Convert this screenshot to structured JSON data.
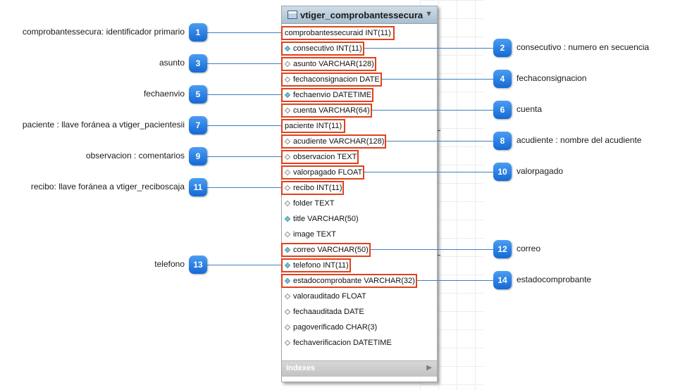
{
  "table": {
    "title": "vtiger_comprobantessecura",
    "footer_label": "Indexes",
    "columns": [
      {
        "text": "comprobantessecuraid INT(11)",
        "marker": "none"
      },
      {
        "text": "consecutivo INT(11)",
        "marker": "filled"
      },
      {
        "text": "asunto VARCHAR(128)",
        "marker": "hollow"
      },
      {
        "text": "fechaconsignacion DATE",
        "marker": "hollow"
      },
      {
        "text": "fechaenvio DATETIME",
        "marker": "filled"
      },
      {
        "text": "cuenta VARCHAR(64)",
        "marker": "hollow"
      },
      {
        "text": "paciente INT(11)",
        "marker": "none"
      },
      {
        "text": "acudiente VARCHAR(128)",
        "marker": "hollow"
      },
      {
        "text": "observacion TEXT",
        "marker": "hollow"
      },
      {
        "text": "valorpagado FLOAT",
        "marker": "hollow"
      },
      {
        "text": "recibo INT(11)",
        "marker": "hollow"
      },
      {
        "text": "folder TEXT",
        "marker": "hollow"
      },
      {
        "text": "title VARCHAR(50)",
        "marker": "filled"
      },
      {
        "text": "image TEXT",
        "marker": "hollow"
      },
      {
        "text": "correo VARCHAR(50)",
        "marker": "filled"
      },
      {
        "text": "telefono INT(11)",
        "marker": "filled"
      },
      {
        "text": "estadocomprobante VARCHAR(32)",
        "marker": "filled"
      },
      {
        "text": "valorauditado FLOAT",
        "marker": "hollow"
      },
      {
        "text": "fechaauditada DATE",
        "marker": "hollow"
      },
      {
        "text": "pagoverificado CHAR(3)",
        "marker": "hollow"
      },
      {
        "text": "fechaverificacion DATETIME",
        "marker": "hollow"
      }
    ]
  },
  "callouts": [
    {
      "number": "1",
      "row": 0,
      "side": "left",
      "label": "comprobantessecura: identificador primario"
    },
    {
      "number": "2",
      "row": 1,
      "side": "right",
      "label": "consecutivo : numero en secuencia"
    },
    {
      "number": "3",
      "row": 2,
      "side": "left",
      "label": "asunto"
    },
    {
      "number": "4",
      "row": 3,
      "side": "right",
      "label": "fechaconsignacion"
    },
    {
      "number": "5",
      "row": 4,
      "side": "left",
      "label": "fechaenvio"
    },
    {
      "number": "6",
      "row": 5,
      "side": "right",
      "label": "cuenta"
    },
    {
      "number": "7",
      "row": 6,
      "side": "left",
      "label": "paciente : llave foránea a vtiger_pacientesii"
    },
    {
      "number": "8",
      "row": 7,
      "side": "right",
      "label": "acudiente : nombre del acudiente"
    },
    {
      "number": "9",
      "row": 8,
      "side": "left",
      "label": "observacion : comentarios"
    },
    {
      "number": "10",
      "row": 9,
      "side": "right",
      "label": "valorpagado"
    },
    {
      "number": "11",
      "row": 10,
      "side": "left",
      "label": "recibo: llave foránea a vtiger_reciboscaja"
    },
    {
      "number": "12",
      "row": 14,
      "side": "right",
      "label": "correo"
    },
    {
      "number": "13",
      "row": 15,
      "side": "left",
      "label": "telefono"
    },
    {
      "number": "14",
      "row": 16,
      "side": "right",
      "label": "estadocomprobante"
    }
  ],
  "colors": {
    "highlight": "#e0421b",
    "badge": "#1f78e0",
    "connector": "#3e7fc0",
    "key_marker": "#6ec3d2"
  }
}
